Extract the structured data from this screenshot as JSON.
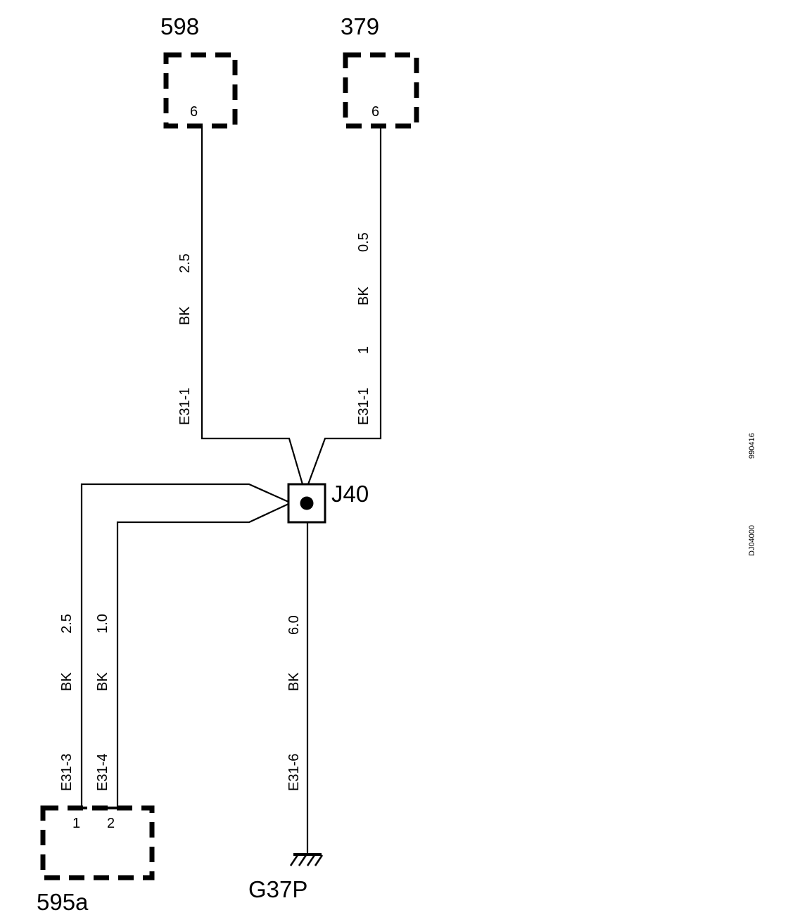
{
  "components": {
    "c598": {
      "label": "598",
      "pin": "6"
    },
    "c379": {
      "label": "379",
      "pin": "6"
    },
    "c595a": {
      "label": "595a",
      "pin1": "1",
      "pin2": "2"
    },
    "j40": {
      "label": "J40"
    },
    "g37p": {
      "label": "G37P"
    }
  },
  "wires": {
    "w598": {
      "connector": "E31-1",
      "color": "BK",
      "gauge": "2.5"
    },
    "w379": {
      "connector": "E31-1",
      "pos": "1",
      "color": "BK",
      "gauge": "0.5"
    },
    "w595_1": {
      "connector": "E31-3",
      "color": "BK",
      "gauge": "2.5"
    },
    "w595_2": {
      "connector": "E31-4",
      "color": "BK",
      "gauge": "1.0"
    },
    "wground": {
      "connector": "E31-6",
      "color": "BK",
      "gauge": "6.0"
    }
  },
  "side_codes": {
    "code_top": "990416",
    "code_bottom": "DJ04000"
  }
}
